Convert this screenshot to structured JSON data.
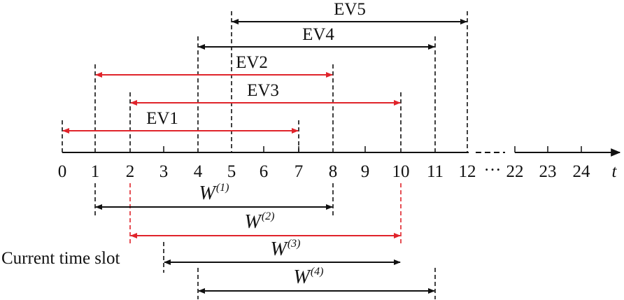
{
  "colors": {
    "black": "#111111",
    "red": "#e0242b"
  },
  "axis": {
    "tick_labels": [
      "0",
      "1",
      "2",
      "3",
      "4",
      "5",
      "6",
      "7",
      "8",
      "9",
      "10",
      "11",
      "12"
    ],
    "ellipsis": "···",
    "tail_ticks": [
      "22",
      "23",
      "24"
    ],
    "axis_symbol": "t"
  },
  "ev_intervals": [
    {
      "label": "EV5",
      "start": 5,
      "end": 12,
      "color": "black"
    },
    {
      "label": "EV4",
      "start": 4,
      "end": 11,
      "color": "black"
    },
    {
      "label": "EV2",
      "start": 1,
      "end": 8,
      "color": "red"
    },
    {
      "label": "EV3",
      "start": 2,
      "end": 10,
      "color": "red"
    },
    {
      "label": "EV1",
      "start": 0,
      "end": 7,
      "color": "red"
    }
  ],
  "windows": [
    {
      "label": "W",
      "sup": "(1)",
      "start": 1,
      "end": 8,
      "color": "black"
    },
    {
      "label": "W",
      "sup": "(2)",
      "start": 2,
      "end": 10,
      "color": "red"
    },
    {
      "label": "W",
      "sup": "(3)",
      "start": 3,
      "end": 10,
      "color": "black"
    },
    {
      "label": "W",
      "sup": "(4)",
      "start": 4,
      "end": 11,
      "color": "black"
    }
  ],
  "current_slot_label": "Current time slot"
}
